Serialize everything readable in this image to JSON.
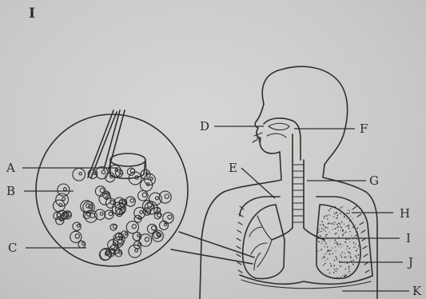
{
  "figure_number": "I",
  "labels": [
    {
      "id": "A",
      "text": "A"
    },
    {
      "id": "B",
      "text": "B"
    },
    {
      "id": "C",
      "text": "C"
    },
    {
      "id": "D",
      "text": "D"
    },
    {
      "id": "E",
      "text": "E"
    },
    {
      "id": "F",
      "text": "F"
    },
    {
      "id": "G",
      "text": "G"
    },
    {
      "id": "H",
      "text": "H"
    },
    {
      "id": "I",
      "text": "I"
    },
    {
      "id": "J",
      "text": "J"
    },
    {
      "id": "K",
      "text": "K"
    }
  ],
  "colors": {
    "ink": "#2e2e2e",
    "paper": "#cfcfcd"
  }
}
